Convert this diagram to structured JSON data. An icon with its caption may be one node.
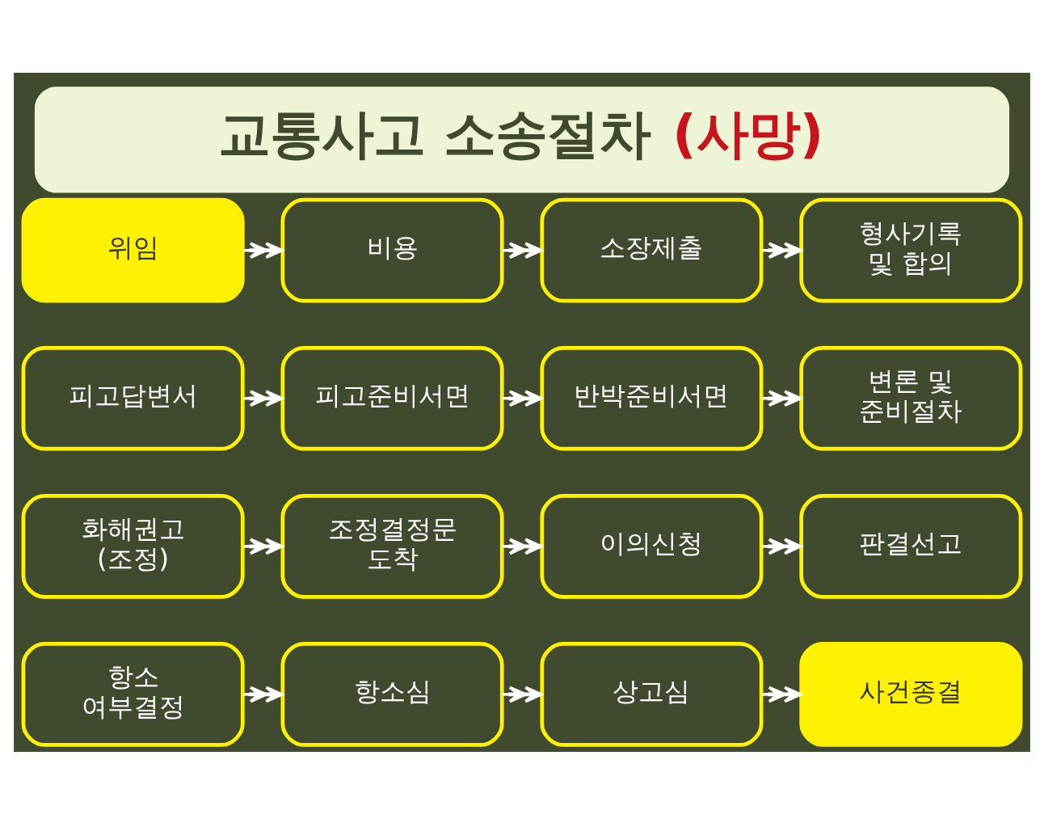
{
  "diagram": {
    "title": "교통사고 소송절차 (사망)",
    "nodes": [
      {
        "text": [
          "위임"
        ]
      },
      {
        "text": [
          "비용"
        ]
      },
      {
        "text": [
          "소장제출"
        ]
      },
      {
        "text": [
          "형사기록 및 합의"
        ]
      },
      {
        "text": [
          "피고답변서"
        ]
      },
      {
        "text": [
          "피고준비서면"
        ]
      },
      {
        "text": [
          "반박준비서면"
        ]
      },
      {
        "text": [
          "변론 및 준비절차"
        ]
      },
      {
        "text": [
          "화해권고 (조정)"
        ]
      },
      {
        "text": [
          "조정결정문 도착"
        ]
      },
      {
        "text": [
          "이의신청"
        ]
      },
      {
        "text": [
          "판결선고"
        ]
      },
      {
        "text": [
          "항소 여부결정"
        ]
      },
      {
        "text": [
          "항소심"
        ]
      },
      {
        "text": [
          "상고심"
        ]
      },
      {
        "text": [
          "사건종결"
        ]
      }
    ],
    "edges": [
      {
        "from": 0,
        "to": 1,
        "arrow": "to"
      },
      {
        "from": 1,
        "to": 2,
        "arrow": "to"
      },
      {
        "from": 2,
        "to": 3,
        "arrow": "to"
      },
      {
        "from": 4,
        "to": 5,
        "arrow": "to"
      },
      {
        "from": 5,
        "to": 6,
        "arrow": "to"
      },
      {
        "from": 6,
        "to": 7,
        "arrow": "to"
      },
      {
        "from": 8,
        "to": 9,
        "arrow": "to"
      },
      {
        "from": 9,
        "to": 10,
        "arrow": "to"
      },
      {
        "from": 10,
        "to": 11,
        "arrow": "to"
      },
      {
        "from": 12,
        "to": 13,
        "arrow": "to"
      },
      {
        "from": 13,
        "to": 14,
        "arrow": "to"
      },
      {
        "from": 14,
        "to": 15,
        "arrow": "to"
      }
    ]
  }
}
